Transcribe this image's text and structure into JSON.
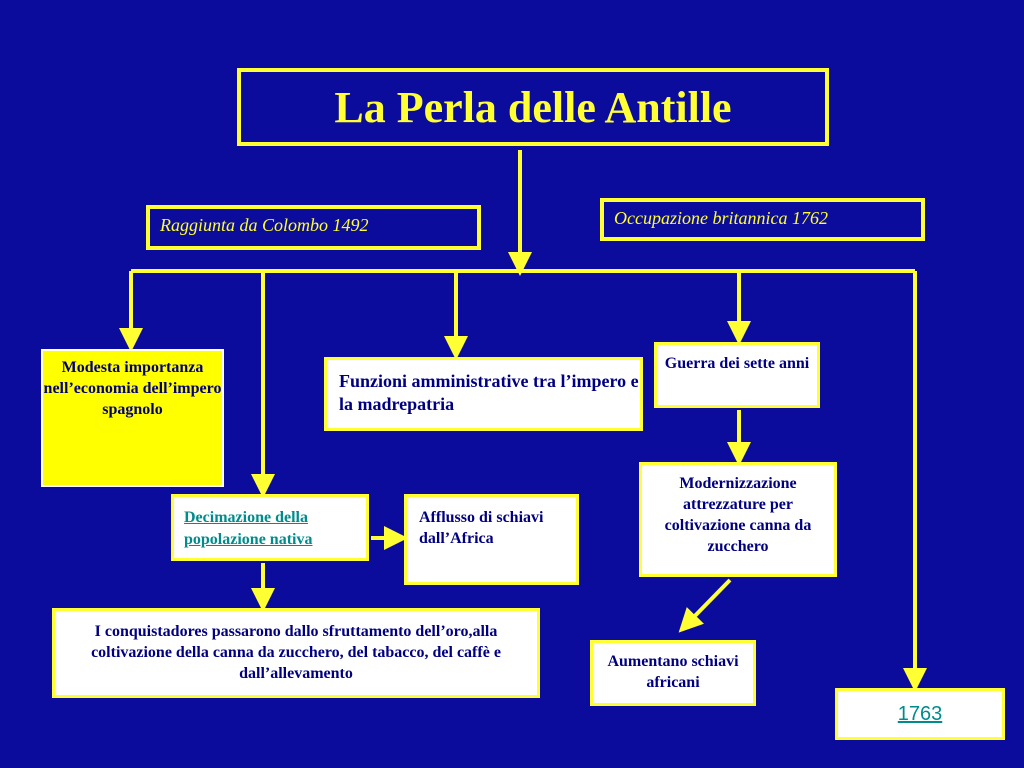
{
  "title": "La Perla delle Antille",
  "raggiunta": "Raggiunta da Colombo 1492",
  "occupazione": "Occupazione britannica 1762",
  "modesta": "Modesta importanza nell’economia dell’impero spagnolo",
  "funzioni": "Funzioni amministrative tra l’impero e la madrepatria",
  "guerra": "Guerra dei sette anni",
  "modernizzazione": "Modernizzazione attrezzature per coltivazione canna da zucchero",
  "decimazione": "Decimazione della popolazione nativa",
  "afflusso": "Afflusso di schiavi dall’Africa",
  "conquistadores": "I conquistadores passarono dallo sfruttamento dell’oro,alla coltivazione della canna da zucchero, del tabacco, del caffè e dall’allevamento",
  "aumentano": "Aumentano schiavi africani",
  "year_link": "1763",
  "colors": {
    "background": "#0c0c9c",
    "connector": "#ffff33",
    "box_fill": "#ffff00",
    "box_text": "#000080",
    "link_text": "#008c8c"
  }
}
